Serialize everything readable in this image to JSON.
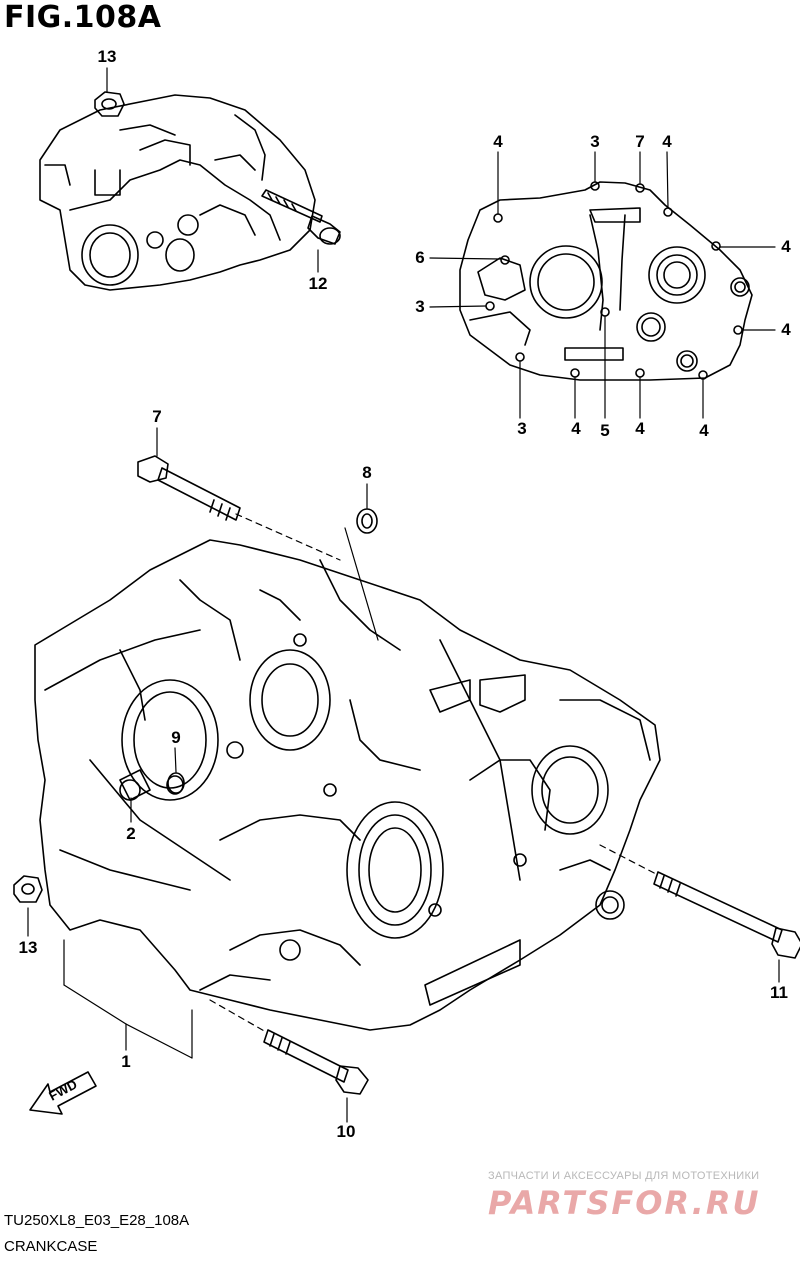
{
  "figure": {
    "title": "FIG.108A",
    "code": "TU250XL8_E03_E28_108A",
    "caption": "CRANKCASE"
  },
  "watermark": {
    "subtitle": "ЗАПЧАСТИ И АКСЕССУАРЫ ДЛЯ МОТОТЕХНИКИ",
    "logo": "PARTSFOR.RU",
    "color": "#e9a8a8"
  },
  "direction_marker": {
    "label": "FWD"
  },
  "callouts": [
    {
      "id": "c13a",
      "text": "13"
    },
    {
      "id": "c12",
      "text": "12"
    },
    {
      "id": "c4a",
      "text": "4"
    },
    {
      "id": "c3a",
      "text": "3"
    },
    {
      "id": "c7a",
      "text": "7"
    },
    {
      "id": "c4b",
      "text": "4"
    },
    {
      "id": "c4c",
      "text": "4"
    },
    {
      "id": "c6",
      "text": "6"
    },
    {
      "id": "c3b",
      "text": "3"
    },
    {
      "id": "c4d",
      "text": "4"
    },
    {
      "id": "c3c",
      "text": "3"
    },
    {
      "id": "c4e",
      "text": "4"
    },
    {
      "id": "c5",
      "text": "5"
    },
    {
      "id": "c4f",
      "text": "4"
    },
    {
      "id": "c4g",
      "text": "4"
    },
    {
      "id": "c7b",
      "text": "7"
    },
    {
      "id": "c8",
      "text": "8"
    },
    {
      "id": "c9",
      "text": "9"
    },
    {
      "id": "c2",
      "text": "2"
    },
    {
      "id": "c13b",
      "text": "13"
    },
    {
      "id": "c1",
      "text": "1"
    },
    {
      "id": "c11",
      "text": "11"
    },
    {
      "id": "c10",
      "text": "10"
    }
  ]
}
